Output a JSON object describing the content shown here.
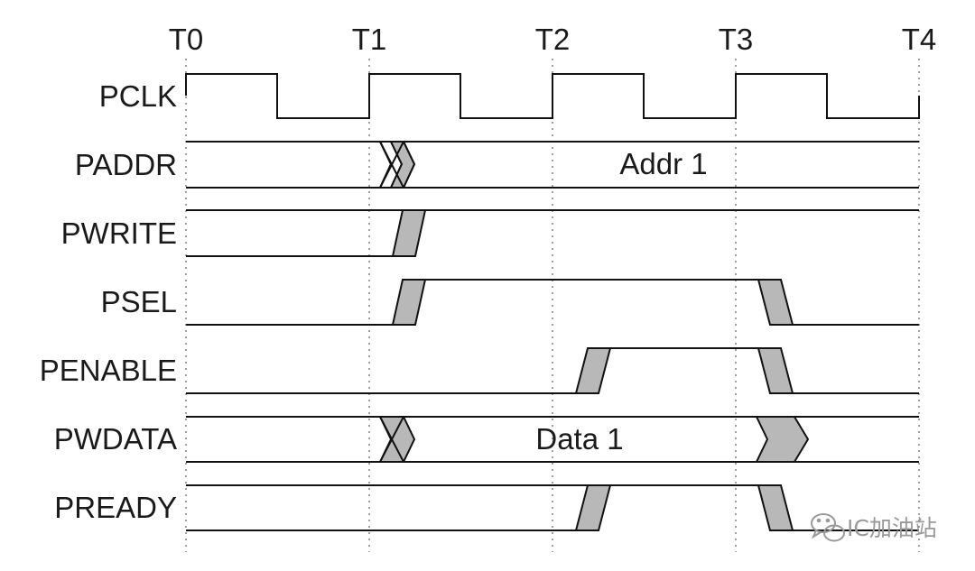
{
  "diagram": {
    "time_markers": [
      "T0",
      "T1",
      "T2",
      "T3",
      "T4"
    ],
    "signals": {
      "pclk": "PCLK",
      "paddr": "PADDR",
      "pwrite": "PWRITE",
      "psel": "PSEL",
      "penable": "PENABLE",
      "pwdata": "PWDATA",
      "pready": "PREADY"
    },
    "bus_values": {
      "paddr": "Addr 1",
      "pwdata": "Data 1"
    },
    "colors": {
      "line": "#111111",
      "transition_fill": "#b8b8b8",
      "grid": "#777777"
    }
  },
  "watermark": {
    "text": "IC加油站",
    "icon": "wechat-icon"
  }
}
